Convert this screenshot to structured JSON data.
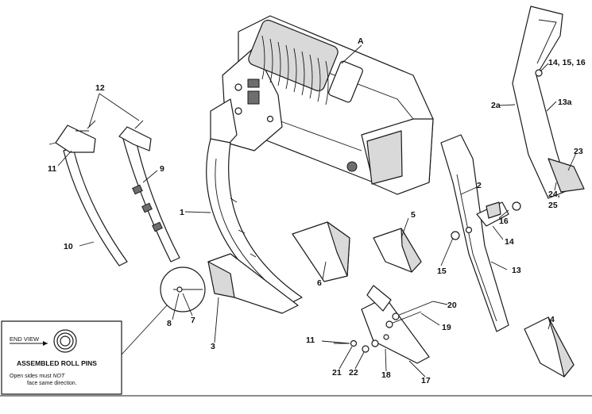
{
  "callouts": {
    "A": "A",
    "c1": "1",
    "c2": "2",
    "c2a": "2a",
    "c3": "3",
    "c4": "4",
    "c5": "5",
    "c6": "6",
    "c7": "7",
    "c8": "8",
    "c9": "9",
    "c10": "10",
    "c11_left": "11",
    "c11_center": "11",
    "c12": "12",
    "c13": "13",
    "c13a": "13a",
    "c14": "14",
    "c14_15_16": "14, 15, 16",
    "c15": "15",
    "c16": "16",
    "c17": "17",
    "c18": "18",
    "c19": "19",
    "c20": "20",
    "c21": "21",
    "c22": "22",
    "c23": "23",
    "c24": "24,",
    "c25": "25"
  },
  "inset": {
    "end_view": "END VIEW",
    "title": "ASSEMBLED ROLL PINS",
    "note_prefix": "Open sides must ",
    "note_emphasis": "NOT",
    "note_line2": "face same direction."
  }
}
